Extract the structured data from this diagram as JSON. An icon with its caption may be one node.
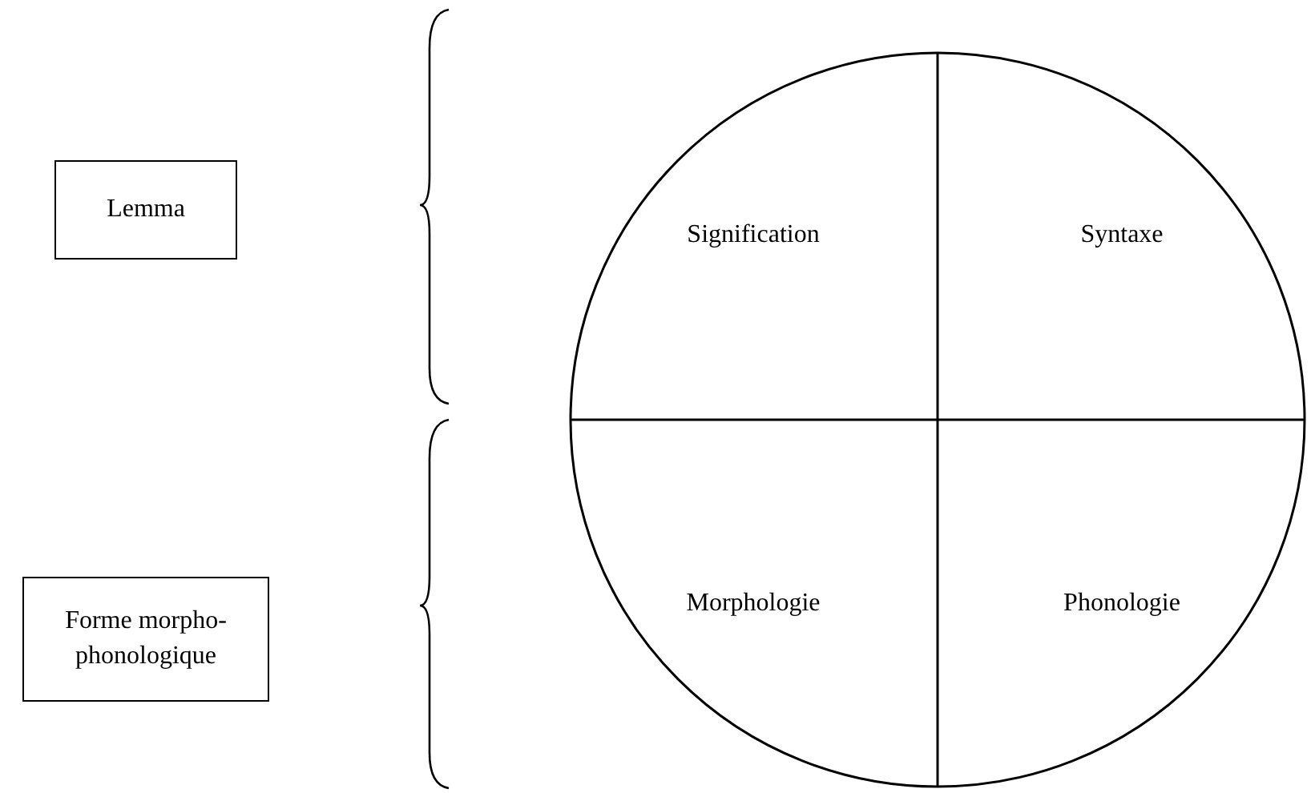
{
  "diagram": {
    "nodes": [
      {
        "text": [
          "Lemma"
        ]
      },
      {
        "text": [
          "Forme morpho-phonologique"
        ]
      },
      {
        "text": [],
        "shape": "circle"
      },
      {
        "text": [
          "Signification"
        ],
        "in": 2
      },
      {
        "text": [
          "Syntaxe"
        ],
        "in": 2
      },
      {
        "text": [
          "Morphologie"
        ],
        "in": 2
      },
      {
        "text": [
          "Phonologie"
        ],
        "in": 2
      }
    ]
  }
}
